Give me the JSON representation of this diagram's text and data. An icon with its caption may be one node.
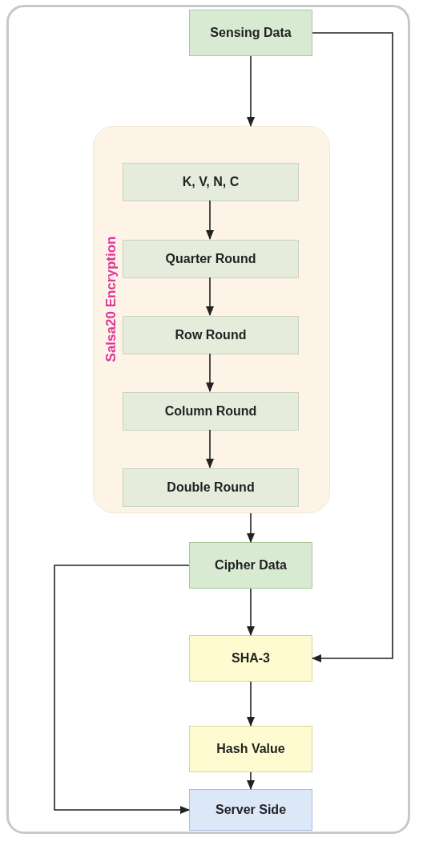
{
  "diagram": {
    "nodes": [
      {
        "text": [
          "Sensing Data"
        ]
      },
      {
        "text": [
          "Salsa20 Encryption"
        ]
      },
      {
        "text": [
          "K, V, N, C"
        ],
        "in": 1
      },
      {
        "text": [
          "Quarter Round"
        ],
        "in": 1
      },
      {
        "text": [
          "Row Round"
        ],
        "in": 1
      },
      {
        "text": [
          "Column Round"
        ],
        "in": 1
      },
      {
        "text": [
          "Double Round"
        ],
        "in": 1
      },
      {
        "text": [
          "Cipher Data"
        ]
      },
      {
        "text": [
          "SHA-3"
        ]
      },
      {
        "text": [
          "Hash Value"
        ]
      },
      {
        "text": [
          "Server Side"
        ]
      }
    ],
    "edges": [
      {
        "from": 0,
        "to": 1,
        "arrow": "to"
      },
      {
        "from": 2,
        "to": 3,
        "arrow": "to"
      },
      {
        "from": 3,
        "to": 4,
        "arrow": "to"
      },
      {
        "from": 4,
        "to": 5,
        "arrow": "to"
      },
      {
        "from": 5,
        "to": 6,
        "arrow": "to"
      },
      {
        "from": 1,
        "to": 7,
        "arrow": "to"
      },
      {
        "from": 7,
        "to": 8,
        "arrow": "to"
      },
      {
        "from": 0,
        "to": 8,
        "arrow": "to"
      },
      {
        "from": 8,
        "to": 9,
        "arrow": "to"
      },
      {
        "from": 9,
        "to": 10,
        "arrow": "to"
      },
      {
        "from": 7,
        "to": 10,
        "arrow": "to"
      }
    ]
  }
}
